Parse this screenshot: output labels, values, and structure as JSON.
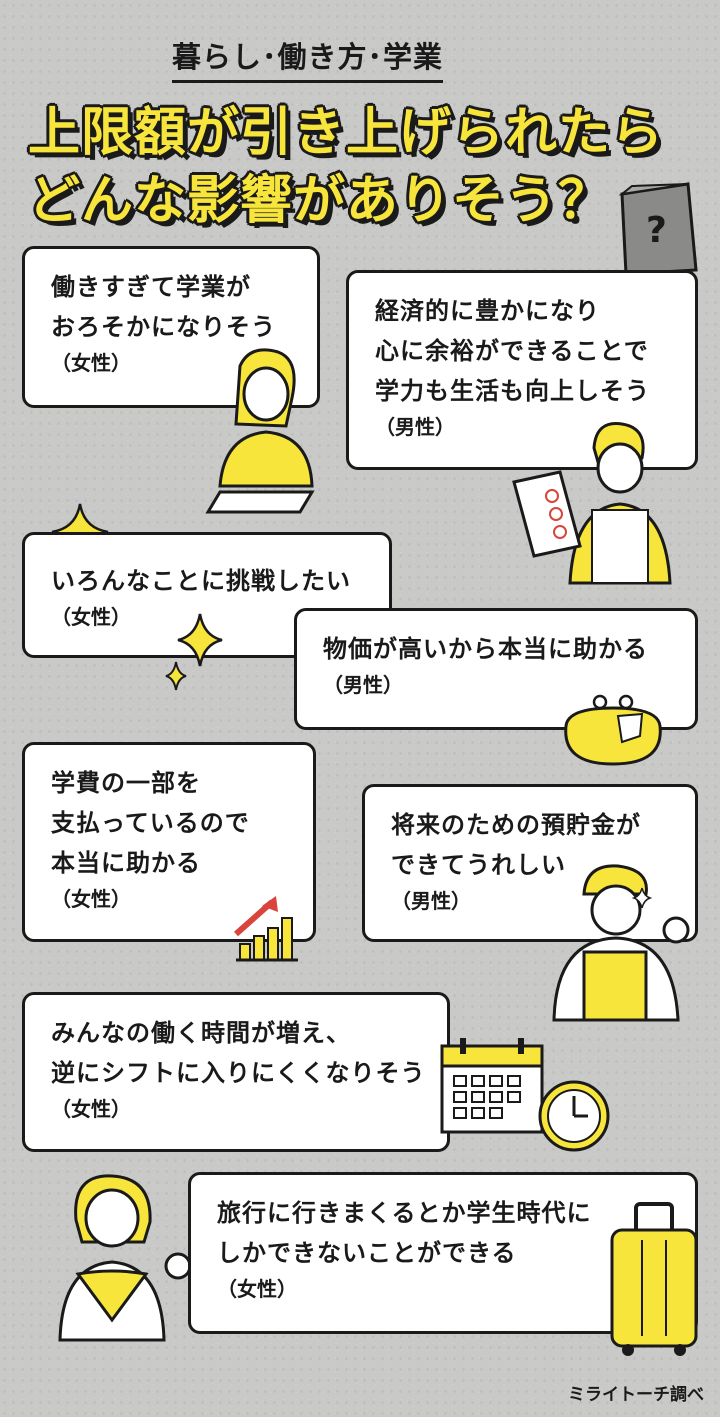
{
  "header": {
    "category": "暮らし･働き方･学業",
    "headline_line1": "上限額が引き上げられたら",
    "headline_line2": "どんな影響がありそう？"
  },
  "comments": [
    {
      "lines": [
        "働きすぎて学業が",
        "おろそかになりそう"
      ],
      "who": "（女性）"
    },
    {
      "lines": [
        "経済的に豊かになり",
        "心に余裕ができることで",
        "学力も生活も向上しそう"
      ],
      "who": "（男性）"
    },
    {
      "lines": [
        "いろんなことに挑戦したい"
      ],
      "who": "（女性）"
    },
    {
      "lines": [
        "物価が高いから本当に助かる"
      ],
      "who": "（男性）"
    },
    {
      "lines": [
        "学費の一部を",
        "支払っているので",
        "本当に助かる"
      ],
      "who": "（女性）"
    },
    {
      "lines": [
        "将来のための預貯金が",
        "できてうれしい"
      ],
      "who": "（男性）"
    },
    {
      "lines": [
        "みんなの働く時間が増え、",
        "逆にシフトに入りにくくなりそう"
      ],
      "who": "（女性）"
    },
    {
      "lines": [
        "旅行に行きまくるとか学生時代に",
        "しかできないことができる"
      ],
      "who": "（女性）"
    }
  ],
  "credit": "ミライトーチ調べ",
  "colors": {
    "accent": "#f7e53c",
    "background": "#c9c9c7",
    "ink": "#1a1a1a",
    "card": "#ffffff"
  },
  "icons": [
    "question-box-icon",
    "sparkle-icon",
    "coin-purse-icon",
    "growth-chart-icon",
    "calendar-icon",
    "clock-icon",
    "suitcase-icon"
  ]
}
